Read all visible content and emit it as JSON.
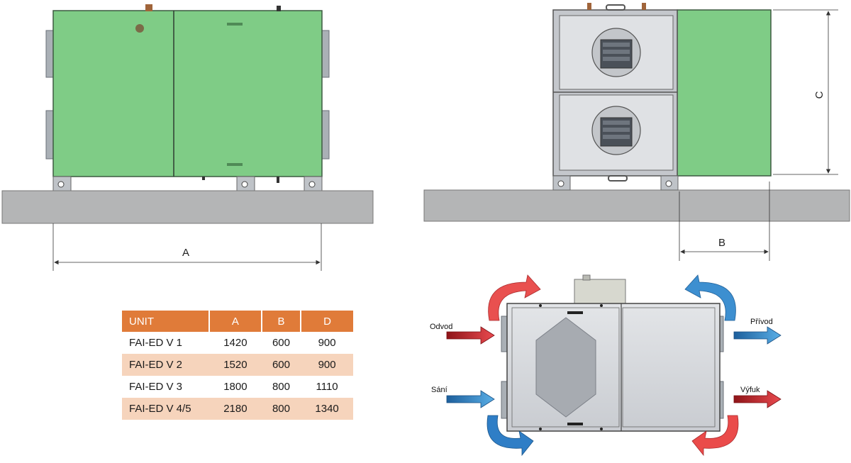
{
  "dimensions": {
    "a_label": "A",
    "b_label": "B",
    "c_label": "C"
  },
  "table": {
    "headers": [
      "UNIT",
      "A",
      "B",
      "D"
    ],
    "rows": [
      {
        "unit": "FAI-ED V 1",
        "a": "1420",
        "b": "600",
        "d": "900"
      },
      {
        "unit": "FAI-ED V 2",
        "a": "1520",
        "b": "600",
        "d": "900"
      },
      {
        "unit": "FAI-ED V 3",
        "a": "1800",
        "b": "800",
        "d": "1110"
      },
      {
        "unit": "FAI-ED V 4/5",
        "a": "2180",
        "b": "800",
        "d": "1340"
      }
    ]
  },
  "airflow": {
    "odvod": "Odvod",
    "privod": "Přívod",
    "sani": "Sání",
    "vyfuk": "Výfuk"
  },
  "colors": {
    "unit_green": "#7fcc86",
    "panel_grey": "#d4d7dc",
    "floor_grey": "#b4b5b6",
    "header_orange": "#e07b39",
    "row_peach": "#f6d4bc",
    "arrow_red": "#c9272d",
    "arrow_blue": "#2f86c8"
  }
}
